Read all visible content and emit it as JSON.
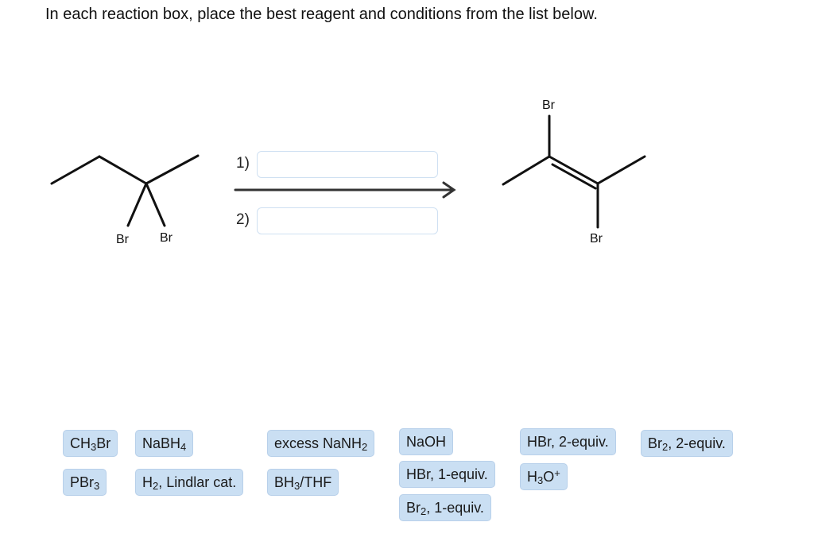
{
  "prompt": "In each reaction box, place the best reagent and conditions from the list below.",
  "reaction": {
    "reactant": {
      "name": "2,2-dibromobutane",
      "atom_labels": [
        "Br",
        "Br"
      ]
    },
    "product": {
      "name": "2,3-dibromo-2-butene",
      "atom_labels": [
        "Br",
        "Br"
      ]
    },
    "steps": [
      {
        "label": "1)",
        "value": ""
      },
      {
        "label": "2)",
        "value": ""
      }
    ]
  },
  "tiles": [
    {
      "pre": "CH",
      "sub": "3",
      "post": "Br",
      "sup": ""
    },
    {
      "pre": "NaBH",
      "sub": "4",
      "post": "",
      "sup": ""
    },
    {
      "pre": "excess NaNH",
      "sub": "2",
      "post": "",
      "sup": ""
    },
    {
      "pre": "NaOH",
      "sub": "",
      "post": "",
      "sup": ""
    },
    {
      "pre": "HBr, 2-equiv.",
      "sub": "",
      "post": "",
      "sup": ""
    },
    {
      "pre": "Br",
      "sub": "2",
      "post": ", 2-equiv.",
      "sup": ""
    },
    {
      "pre": "PBr",
      "sub": "3",
      "post": "",
      "sup": ""
    },
    {
      "pre": "H",
      "sub": "2",
      "post": ", Lindlar cat.",
      "sup": ""
    },
    {
      "pre": "BH",
      "sub": "3",
      "post": "/THF",
      "sup": ""
    },
    {
      "pre": "HBr, 1-equiv.",
      "sub": "",
      "post": "",
      "sup": ""
    },
    {
      "pre": "H",
      "sub": "3",
      "post": "O",
      "sup": "+"
    },
    {
      "pre": "Br",
      "sub": "2",
      "post": ", 1-equiv.",
      "sup": ""
    }
  ],
  "colors": {
    "tile_bg": "#cadff3",
    "tile_border": "#b8d0ea",
    "dropbox_border": "#cfe0f2"
  }
}
